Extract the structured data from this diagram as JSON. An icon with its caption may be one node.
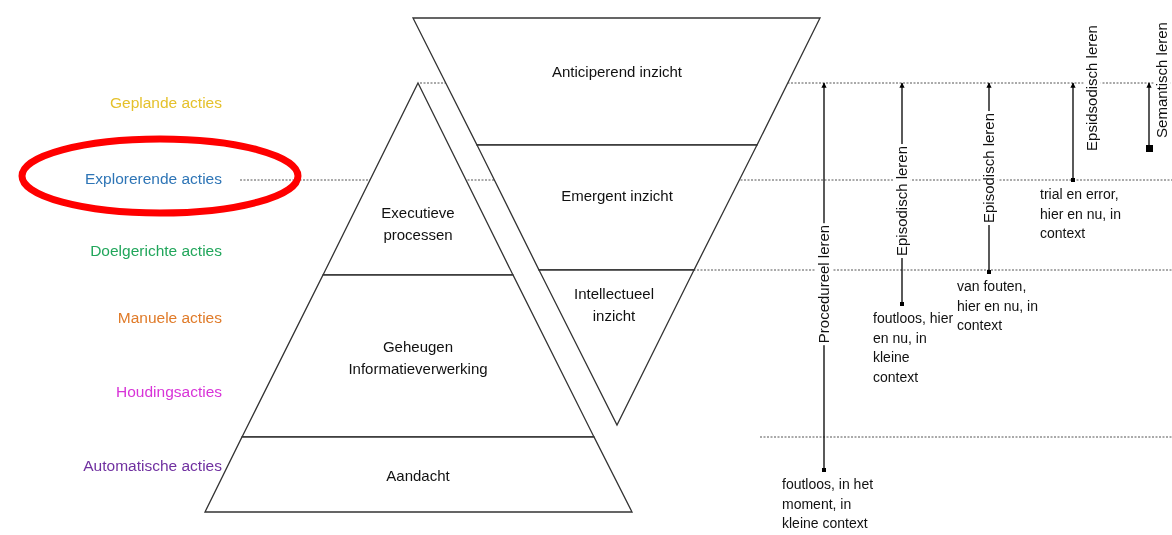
{
  "diagram": {
    "nodes": [
      {
        "text": [
          "Anticiperend inzicht"
        ]
      },
      {
        "text": [
          "Emergent inzicht"
        ]
      },
      {
        "text": [
          "Intellectueel inzicht"
        ]
      },
      {
        "text": [
          "Executieve processen"
        ]
      },
      {
        "text": [
          "Geheugen Informatieverwerking"
        ]
      },
      {
        "text": [
          "Aandacht"
        ]
      },
      {
        "text": [
          "foutloos, in het moment, in kleine context"
        ]
      },
      {
        "text": [
          "foutloos, hier en nu, in kleine context"
        ]
      },
      {
        "text": [
          "van fouten, hier en nu, in context"
        ]
      },
      {
        "text": [
          "trial en error, hier en nu, in context"
        ]
      },
      {
        "text": [],
        "shape": "box"
      }
    ],
    "edges": [
      {
        "from": 6,
        "to": null,
        "arrow": "to",
        "label": "Procedureel leren"
      },
      {
        "from": 7,
        "to": null,
        "arrow": "to",
        "label": "Episodisch leren"
      },
      {
        "from": 8,
        "to": null,
        "arrow": "to",
        "label": "Episodisch leren"
      },
      {
        "from": 9,
        "to": null,
        "arrow": "to",
        "label": "Epsidsodisch leren"
      },
      {
        "from": 10,
        "to": null,
        "arrow": "to",
        "label": "Semantisch leren"
      }
    ],
    "labels": [
      "Geplande acties",
      "Explorerende acties",
      "Doelgerichte acties",
      "Manuele acties",
      "Houdingsacties",
      "Automatische acties"
    ]
  }
}
